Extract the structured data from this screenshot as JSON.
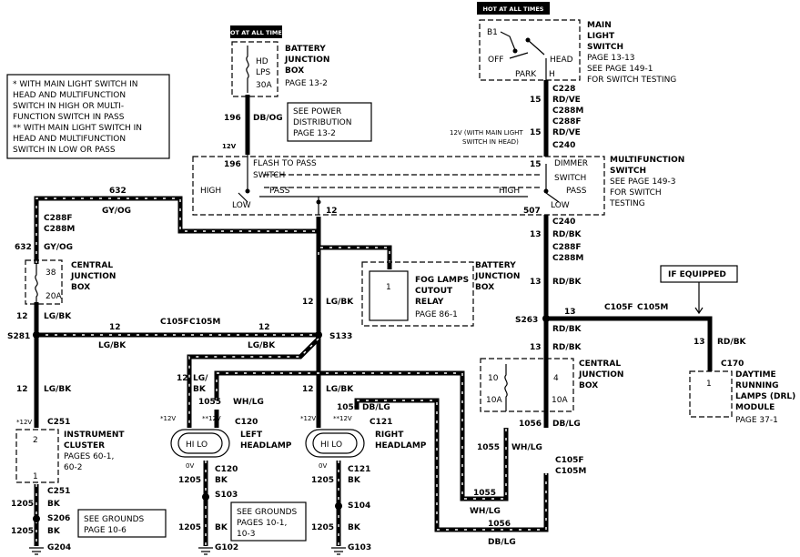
{
  "hot_labels": [
    "HOT AT ALL TIMES",
    "HOT AT ALL TIMES"
  ],
  "battery_jbox": {
    "title": [
      "BATTERY",
      "JUNCTION",
      "BOX"
    ],
    "page": "PAGE 13-2",
    "fuse": [
      "HD",
      "LPS",
      "30A"
    ]
  },
  "main_light_switch": {
    "title": [
      "MAIN",
      "LIGHT",
      "SWITCH"
    ],
    "page": "PAGE 13-13",
    "see": [
      "SEE PAGE 149-1",
      "FOR SWITCH TESTING"
    ],
    "terms": [
      "B1",
      "OFF",
      "HEAD",
      "PARK",
      "H"
    ]
  },
  "notes": [
    "* WITH MAIN LIGHT SWITCH IN",
    "HEAD AND MULTIFUNCTION",
    "SWITCH IN HIGH OR MULTI-",
    "FUNCTION SWITCH IN PASS",
    "** WITH MAIN LIGHT SWITCH IN",
    "HEAD AND MULTIFUNCTION",
    "SWITCH IN LOW OR PASS"
  ],
  "power_dist": [
    "SEE POWER",
    "DISTRIBUTION",
    "PAGE 13-2"
  ],
  "multifunction": {
    "title": [
      "MULTIFUNCTION",
      "SWITCH"
    ],
    "see": [
      "SEE PAGE 149-3",
      "FOR SWITCH",
      "TESTING"
    ],
    "flash": "FLASH TO PASS",
    "dimmer": "DIMMER",
    "switch": "SWITCH",
    "high": "HIGH",
    "low": "LOW",
    "pass": "PASS",
    "note12v": "12V (WITH MAIN LIGHT",
    "note12v_b": "SWITCH IN HEAD)"
  },
  "connectors": [
    "C228",
    "C288M",
    "C288F",
    "C240",
    "C288F",
    "C288M",
    "C105F",
    "C105M",
    "C251",
    "C120",
    "C121",
    "C170",
    "C105F",
    "C105M",
    "C120",
    "C121",
    "C251",
    "C288F",
    "C288M",
    "C240"
  ],
  "splices": [
    "S263",
    "S281",
    "S133",
    "S103",
    "S104",
    "S206"
  ],
  "grounds": [
    "G204",
    "G102",
    "G103"
  ],
  "wires": {
    "w196": "196",
    "dbog": "DB/OG",
    "w15": "15",
    "rdve": "RD/VE",
    "w632": "632",
    "gyog": "GY/OG",
    "w12": "12",
    "lgbk": "LG/BK",
    "w13": "13",
    "rdbk": "RD/BK",
    "w1055": "1055",
    "whlg": "WH/LG",
    "w1056": "1056",
    "dblg": "DB/LG",
    "w1205": "1205",
    "bk": "BK",
    "w507": "507",
    "v12": "12V",
    "v0": "0V",
    "star12": "*12V",
    "dstar12": "**12V"
  },
  "central_jbox_left": {
    "title": [
      "CENTRAL",
      "JUNCTION",
      "BOX"
    ],
    "fuse_no": "38",
    "amp": "20A"
  },
  "central_jbox_right": {
    "title": [
      "CENTRAL",
      "JUNCTION",
      "BOX"
    ],
    "fuse_a": "10",
    "fuse_b": "4",
    "amp_a": "10A",
    "amp_b": "10A"
  },
  "fog_relay": {
    "title": [
      "FOG LAMPS",
      "CUTOUT",
      "RELAY"
    ],
    "page": "PAGE 86-1",
    "pin": "1"
  },
  "if_equipped": "IF EQUIPPED",
  "drl": {
    "title": [
      "DAYTIME",
      "RUNNING",
      "LAMPS (DRL)",
      "MODULE"
    ],
    "page": "PAGE 37-1",
    "pin": "1"
  },
  "instrument": {
    "title": [
      "INSTRUMENT",
      "CLUSTER"
    ],
    "pages": [
      "PAGES 60-1,",
      "60-2"
    ],
    "pin": "2",
    "pin2": "1"
  },
  "left_headlamp": {
    "title": [
      "LEFT",
      "HEADLAMP"
    ],
    "hilo": "HI LO"
  },
  "right_headlamp": {
    "title": [
      "RIGHT",
      "HEADLAMP"
    ],
    "hilo": "HI LO"
  },
  "see_grounds_a": [
    "SEE GROUNDS",
    "PAGE 10-6"
  ],
  "see_grounds_b": [
    "SEE GROUNDS",
    "PAGES 10-1,",
    "10-3"
  ]
}
